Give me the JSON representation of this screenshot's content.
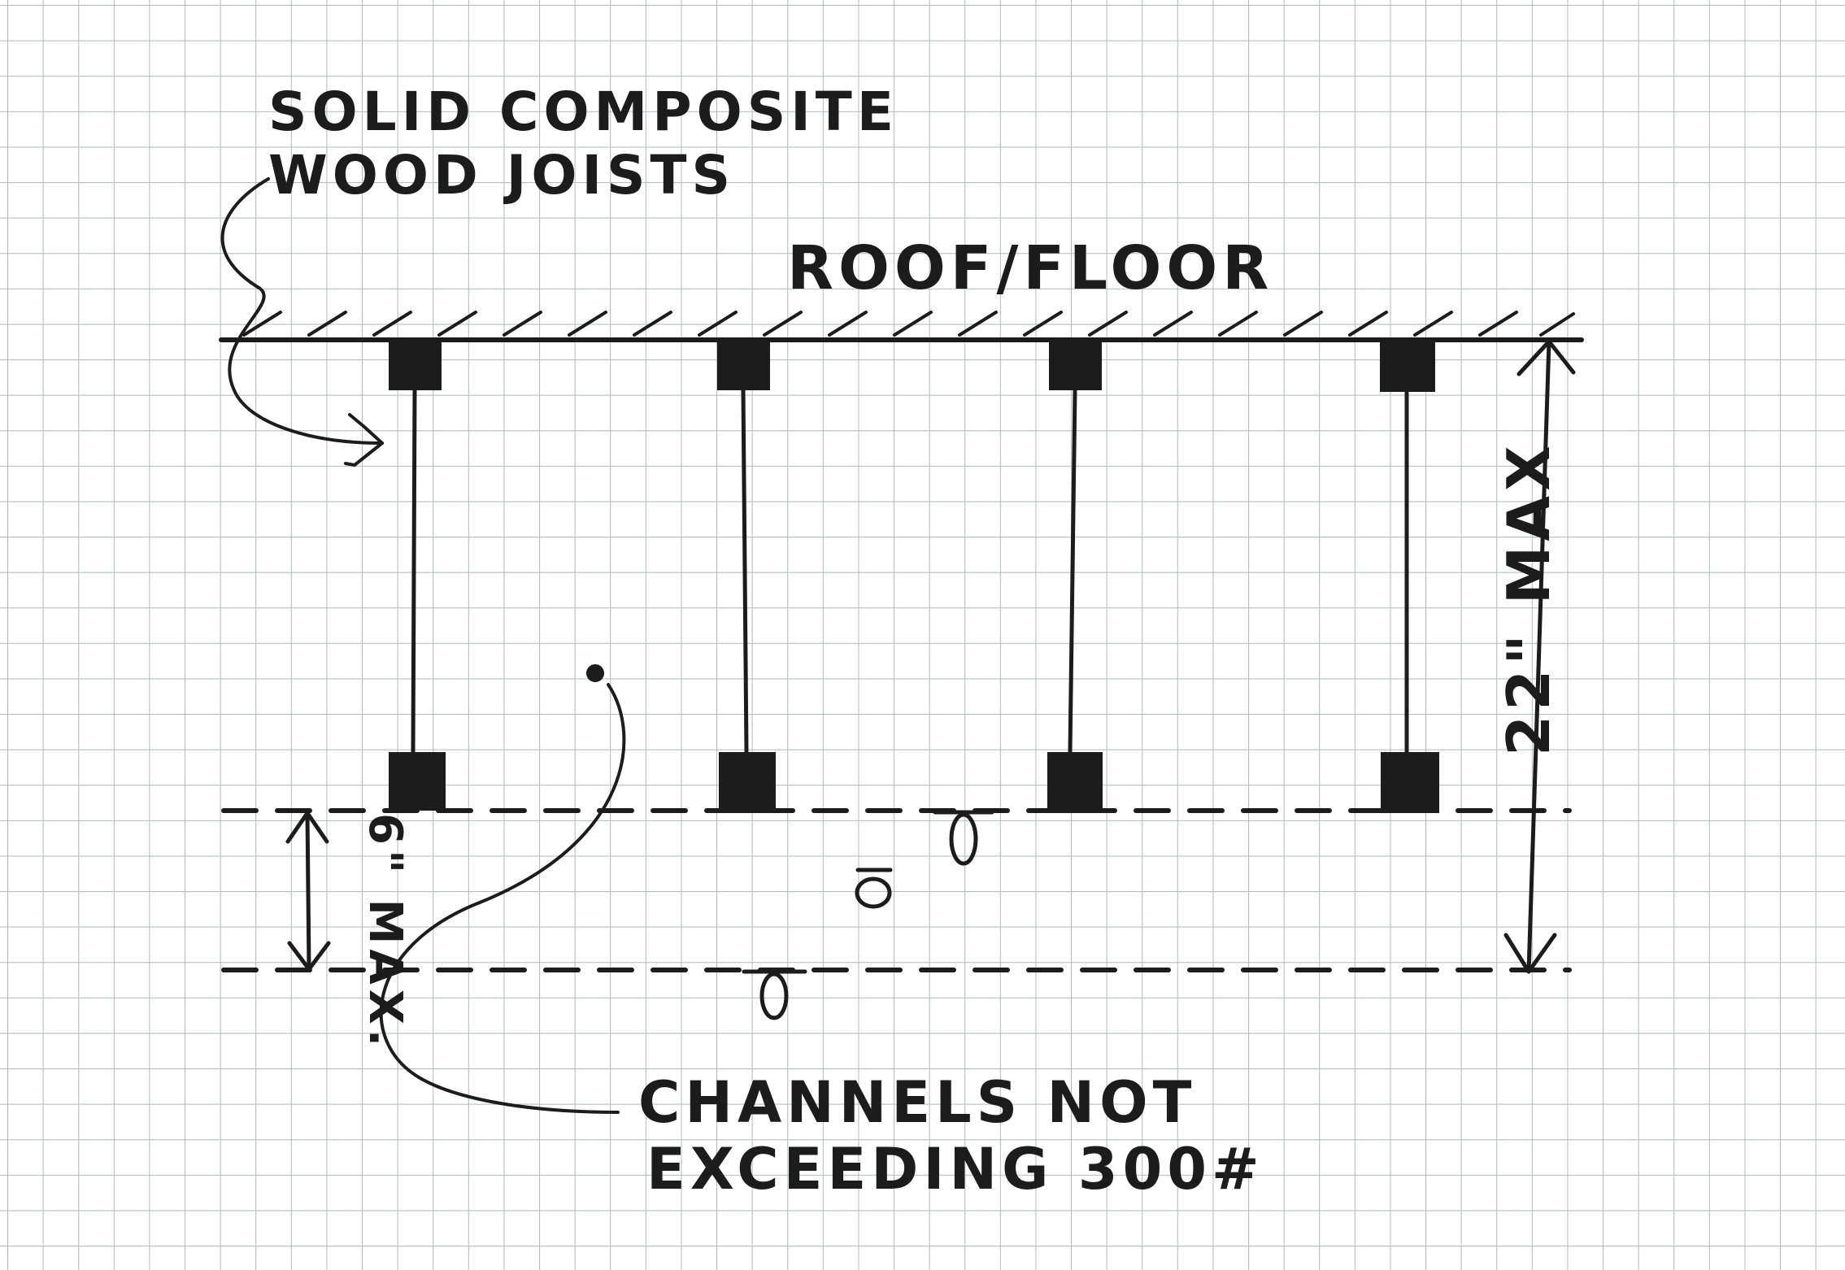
{
  "labels": {
    "joists_line1": "SOLID COMPOSITE",
    "joists_line2": "WOOD JOISTS",
    "roof_floor": "ROOF/FLOOR",
    "channels_line1": "CHANNELS NOT",
    "channels_line2": "EXCEEDING 300#",
    "dim_spacing": "22\" MAX",
    "dim_drop": "6\" MAX."
  },
  "colors": {
    "ink": "#1c1c1c",
    "grid": "#b9bcbf",
    "paper": "#ffffff"
  }
}
